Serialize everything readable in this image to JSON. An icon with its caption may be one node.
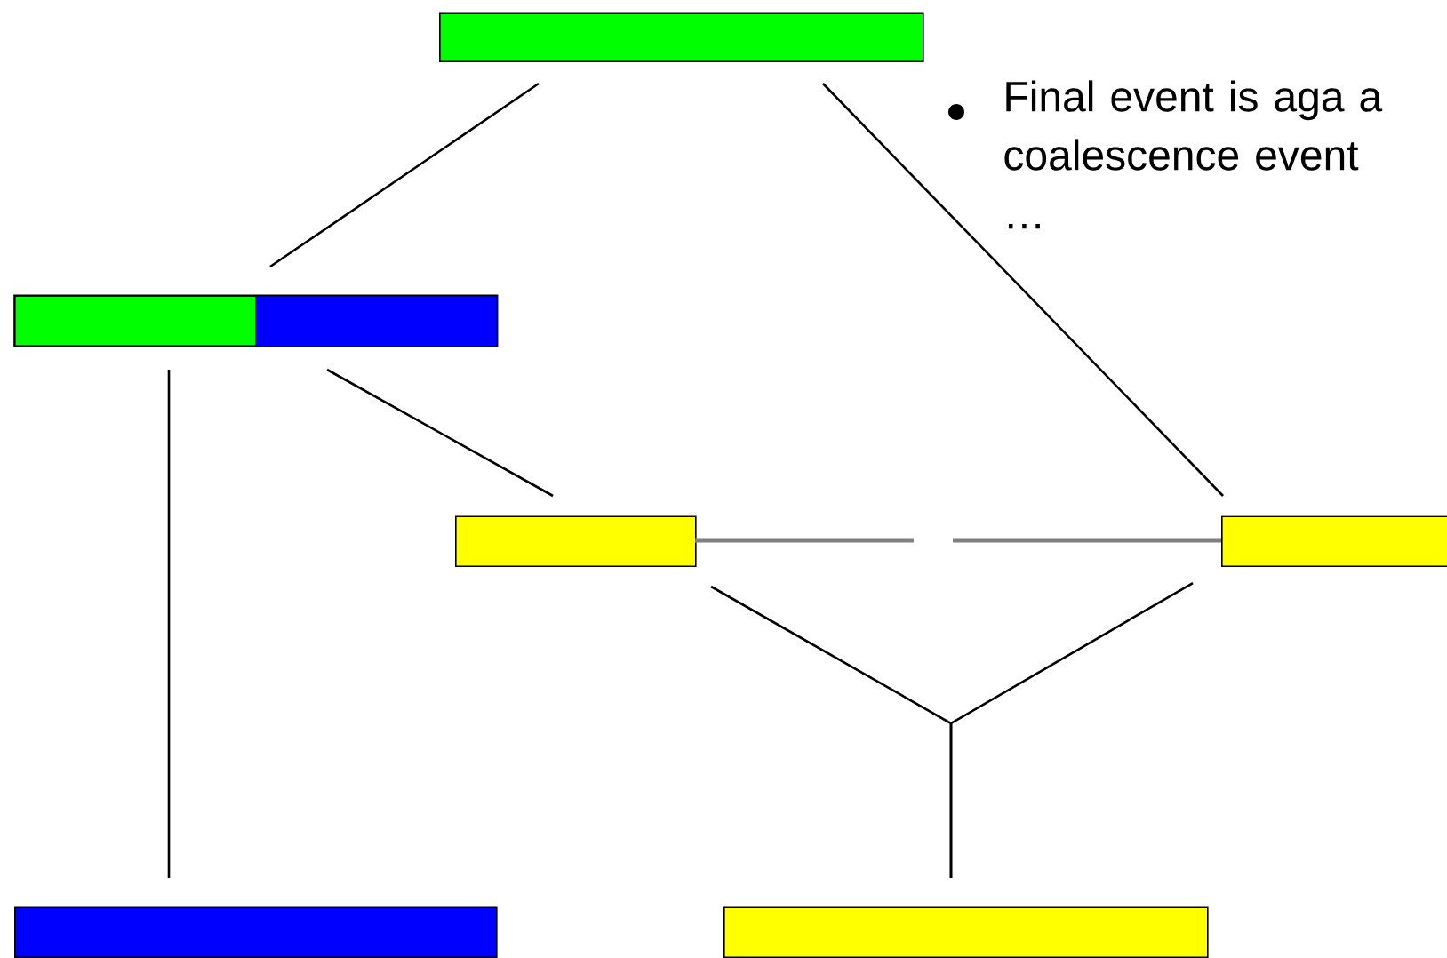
{
  "diagram": {
    "nodes": [
      {
        "text": [],
        "shape": "bar"
      },
      {
        "text": [],
        "shape": "bar"
      },
      {
        "text": [],
        "shape": "bar"
      },
      {
        "text": [],
        "shape": "bar"
      },
      {
        "text": [],
        "shape": "bar"
      },
      {
        "text": [],
        "shape": "bar"
      }
    ],
    "edges": [
      {
        "from": 0,
        "to": 1,
        "arrow": "none"
      },
      {
        "from": 0,
        "to": 3,
        "arrow": "none"
      },
      {
        "from": 1,
        "to": 2,
        "arrow": "none"
      },
      {
        "from": 1,
        "to": 4,
        "arrow": "none"
      },
      {
        "from": 2,
        "to": 3,
        "arrow": "none",
        "style": "dashed",
        "color": "#808080"
      },
      {
        "from": 2,
        "to": 5,
        "arrow": "none"
      },
      {
        "from": 3,
        "to": 5,
        "arrow": "none"
      }
    ],
    "labels": [
      "Final event is aga a coalescence event …"
    ]
  }
}
